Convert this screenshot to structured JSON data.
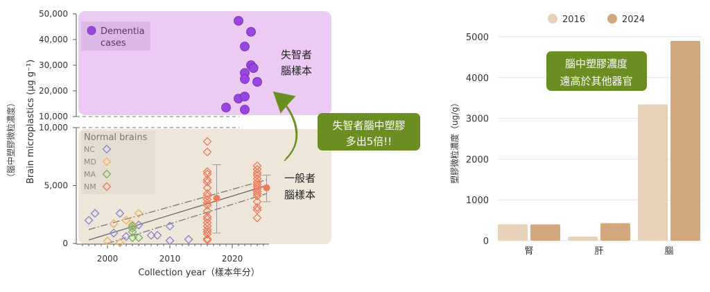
{
  "chart_data": [
    {
      "type": "scatter",
      "title": "",
      "xlabel": "Collection year（樣本年分）",
      "ylabel": "Brain microplastics (µg g⁻¹)",
      "ylabel_cn": "（腦中塑膠微粒濃度）",
      "xlim": [
        1995,
        2026.5
      ],
      "x_ticks": [
        "2000",
        "2010",
        "2020"
      ],
      "x_tick_values": [
        2000,
        2010,
        2020
      ],
      "upper_panel": {
        "ylim": [
          10000,
          50000
        ],
        "y_ticks": [
          "50,000",
          "40,000",
          "30,000",
          "20,000",
          "10,000"
        ],
        "y_tick_values": [
          50000,
          40000,
          30000,
          20000,
          10000
        ]
      },
      "lower_panel": {
        "ylim": [
          0,
          10000
        ],
        "y_ticks": [
          "10,000",
          "5,000",
          "0"
        ],
        "y_tick_values": [
          10000,
          5000,
          0
        ]
      },
      "legend_dementia": {
        "label_line1": "Dementia",
        "label_line2": "cases",
        "color": "#9b45e0"
      },
      "legend_normal": {
        "title": "Normal brains",
        "entries": [
          {
            "label": "NC",
            "color": "#8a86d0"
          },
          {
            "label": "MD",
            "color": "#f0b060"
          },
          {
            "label": "MA",
            "color": "#7ab060"
          },
          {
            "label": "NM",
            "color": "#f07a5a"
          }
        ]
      },
      "series": [
        {
          "name": "Dementia cases",
          "marker": "circle",
          "color": "#9b45e0",
          "points": [
            [
              2021,
              47300
            ],
            [
              2023,
              43000
            ],
            [
              2022,
              37300
            ],
            [
              2023,
              30000
            ],
            [
              2023.4,
              28900
            ],
            [
              2022,
              27000
            ],
            [
              2022,
              24600
            ],
            [
              2024,
              23500
            ],
            [
              2021,
              17000
            ],
            [
              2022,
              17800
            ],
            [
              2019,
              13500
            ],
            [
              2022,
              12700
            ]
          ]
        },
        {
          "name": "NC",
          "marker": "diamond",
          "color": "#8a86d0",
          "points": [
            [
              1997,
              2000
            ],
            [
              1998,
              2600
            ],
            [
              2002,
              2600
            ],
            [
              2001,
              900
            ],
            [
              2003,
              600
            ],
            [
              2005,
              1600
            ],
            [
              2007,
              700
            ],
            [
              2008,
              700
            ],
            [
              2010,
              1500
            ],
            [
              2010,
              250
            ],
            [
              2013,
              350
            ]
          ]
        },
        {
          "name": "MD",
          "marker": "diamond",
          "color": "#f0b060",
          "points": [
            [
              2000,
              200
            ],
            [
              2001,
              1700
            ],
            [
              2002,
              50
            ],
            [
              2003,
              2000
            ],
            [
              2005,
              2600
            ],
            [
              2004,
              1600
            ]
          ]
        },
        {
          "name": "MA",
          "marker": "diamond",
          "color": "#7ab060",
          "points": [
            [
              2004,
              1500
            ],
            [
              2004,
              1000
            ],
            [
              2005,
              500
            ],
            [
              2004,
              500
            ],
            [
              2004,
              1300
            ]
          ]
        },
        {
          "name": "NM",
          "marker": "diamond",
          "color": "#f07a5a",
          "points": [
            [
              2016,
              8800
            ],
            [
              2016,
              7900
            ],
            [
              2016,
              6200
            ],
            [
              2016,
              6000
            ],
            [
              2016,
              5500
            ],
            [
              2016,
              5300
            ],
            [
              2016,
              4800
            ],
            [
              2016,
              4300
            ],
            [
              2016,
              4100
            ],
            [
              2016,
              3800
            ],
            [
              2016,
              3500
            ],
            [
              2016,
              3300
            ],
            [
              2016,
              2800
            ],
            [
              2016,
              2300
            ],
            [
              2016,
              2100
            ],
            [
              2016,
              1800
            ],
            [
              2016,
              1500
            ],
            [
              2016,
              1200
            ],
            [
              2016,
              1000
            ],
            [
              2016,
              800
            ],
            [
              2016,
              400
            ],
            [
              2016,
              300
            ],
            [
              2024,
              6700
            ],
            [
              2024,
              6400
            ],
            [
              2024,
              6100
            ],
            [
              2024,
              5900
            ],
            [
              2024,
              5600
            ],
            [
              2024,
              5300
            ],
            [
              2024,
              5100
            ],
            [
              2024,
              4900
            ],
            [
              2024,
              4700
            ],
            [
              2024,
              4500
            ],
            [
              2024,
              4300
            ],
            [
              2024,
              4100
            ],
            [
              2024,
              3600
            ],
            [
              2024,
              3100
            ],
            [
              2024,
              2900
            ],
            [
              2024,
              2200
            ]
          ]
        }
      ],
      "means": [
        {
          "x": 2017.5,
          "mean": 3900,
          "low": 900,
          "high": 6800
        },
        {
          "x": 2025.5,
          "mean": 4800,
          "low": 3600,
          "high": 5900
        }
      ],
      "regression": {
        "fit": [
          [
            1997,
            300
          ],
          [
            2025.5,
            5000
          ]
        ],
        "upper": [
          [
            1997,
            1200
          ],
          [
            2025.5,
            5500
          ]
        ],
        "lower": [
          [
            2000,
            0
          ],
          [
            2025.5,
            4300
          ]
        ]
      },
      "annotations": {
        "dementia_label": [
          "失智者",
          "腦樣本"
        ],
        "normal_label": [
          "一般者",
          "腦樣本"
        ],
        "callout": [
          "失智者腦中塑膠",
          "多出5倍!!"
        ]
      }
    },
    {
      "type": "bar",
      "title": "",
      "xlabel": "",
      "ylabel": "塑膠微粒濃度（ug/g）",
      "ylim": [
        0,
        5000
      ],
      "y_ticks": [
        "0",
        "1000",
        "2000",
        "3000",
        "4000",
        "5000"
      ],
      "y_tick_values": [
        0,
        1000,
        2000,
        3000,
        4000,
        5000
      ],
      "grid": true,
      "legend_position": "top-center",
      "categories": [
        "腎",
        "肝",
        "腦"
      ],
      "series": [
        {
          "name": "2016",
          "color": "#e5d2b8",
          "values": [
            400,
            100,
            3340
          ]
        },
        {
          "name": "2024",
          "color": "#d2a97e",
          "values": [
            400,
            430,
            4900
          ]
        }
      ],
      "callout": [
        "腦中塑膠濃度",
        "遠高於其他器官"
      ]
    }
  ],
  "colors": {
    "purple_bg": "#ebcbf3",
    "beige_bg": "#efe6da",
    "callout_green": "#6b8e23"
  }
}
